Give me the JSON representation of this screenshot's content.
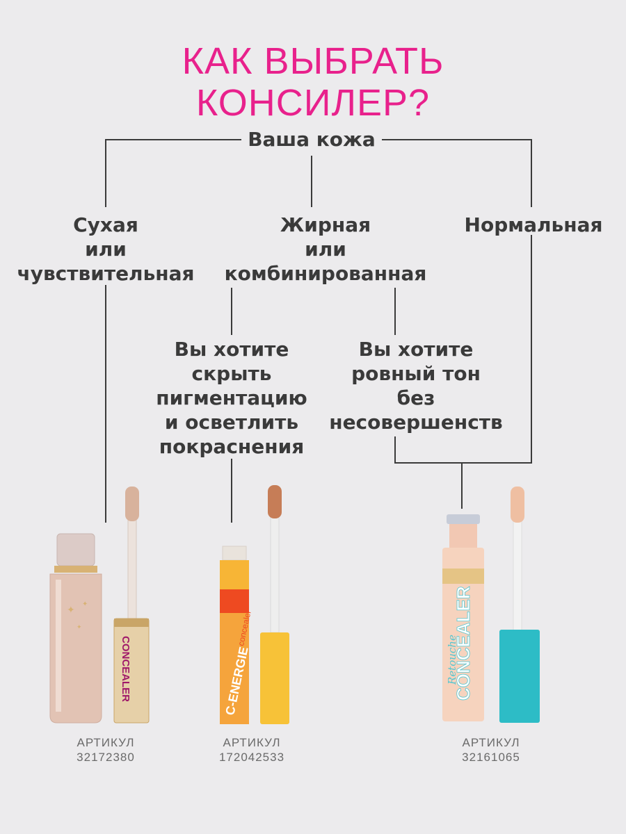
{
  "title": {
    "line1": "КАК ВЫБРАТЬ",
    "line2": "КОНСИЛЕР?"
  },
  "tree": {
    "root": "Ваша кожа",
    "dry": [
      "Сухая",
      "или",
      "чувствительная"
    ],
    "oily": [
      "Жирная",
      "или",
      "комбинированная"
    ],
    "normal": "Нормальная",
    "pigment": [
      "Вы хотите",
      "скрыть",
      "пигментацию",
      "и осветлить",
      "покраснения"
    ],
    "even": [
      "Вы хотите",
      "ровный тон",
      "без",
      "несовершенств"
    ]
  },
  "products": [
    {
      "label": "АРТИКУЛ",
      "article": "32172380",
      "package_text": "CONCEALER",
      "colors": {
        "tube": "#dcbeae",
        "cap": "#d8b274",
        "accent": "#a0196a"
      }
    },
    {
      "label": "АРТИКУЛ",
      "article": "172042533",
      "package_text": "C-ENERGIE",
      "package_subtext": "concealer",
      "colors": {
        "tube": "#f5a43c",
        "band": "#ee4a21",
        "cap": "#f7c238",
        "accent": "#ee4a21"
      }
    },
    {
      "label": "АРТИКУЛ",
      "article": "32161065",
      "package_text": "CONCEALER",
      "package_subtext": "Retouche",
      "colors": {
        "tube": "#f6d3be",
        "cap": "#2dbcc6",
        "accent": "#55c6d0"
      }
    }
  ],
  "colors": {
    "title": "#e8218c",
    "text": "#3a3a3a",
    "lines": "#3a3a3a",
    "background": "#ecebed",
    "article_text": "#6a6a6a"
  }
}
